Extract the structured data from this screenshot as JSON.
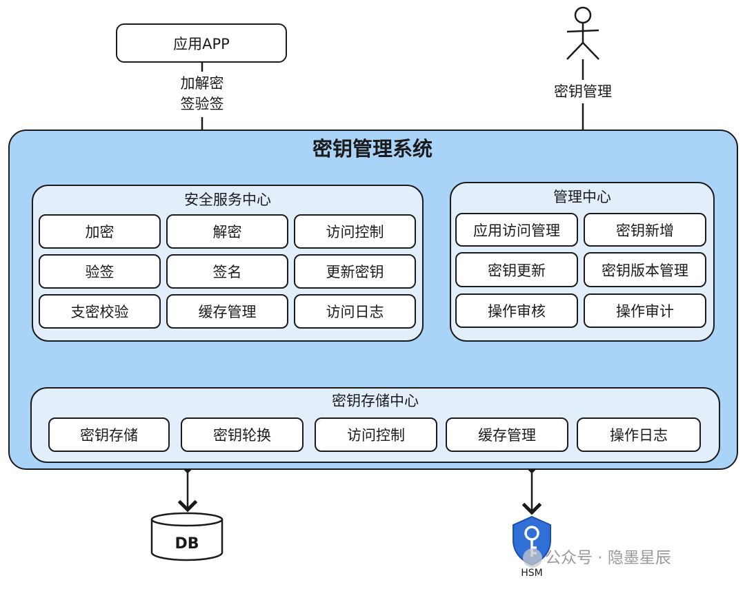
{
  "app_box": {
    "label": "应用APP"
  },
  "app_link_label": [
    "加解密",
    "签验签"
  ],
  "actor_label": "密钥管理",
  "system": {
    "title": "密钥管理系统"
  },
  "security_center": {
    "title": "安全服务中心",
    "items": [
      "加密",
      "解密",
      "访问控制",
      "验签",
      "签名",
      "更新密钥",
      "支密校验",
      "缓存管理",
      "访问日志"
    ]
  },
  "management_center": {
    "title": "管理中心",
    "items": [
      "应用访问管理",
      "密钥新增",
      "密钥更新",
      "密钥版本管理",
      "操作审核",
      "操作审计"
    ]
  },
  "storage_center": {
    "title": "密钥存储中心",
    "items": [
      "密钥存储",
      "密钥轮换",
      "访问控制",
      "缓存管理",
      "操作日志"
    ]
  },
  "db_label": "DB",
  "hsm_label": "HSM",
  "watermark": "公众号 · 隐墨星辰",
  "colors": {
    "system_fill": "#a9d3f7",
    "center_fill": "#e2effb",
    "shield": "#2f6fd6"
  }
}
